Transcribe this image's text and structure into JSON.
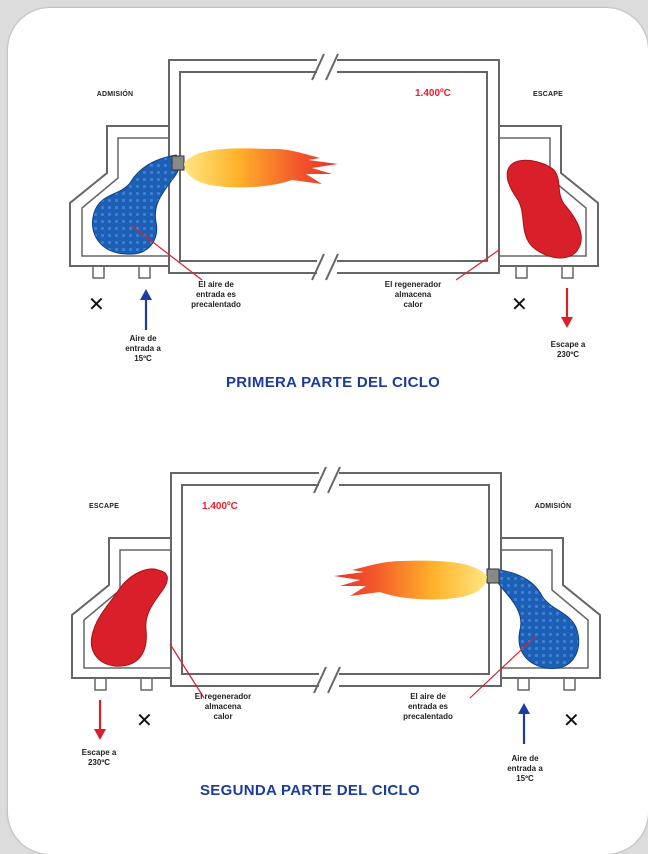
{
  "colors": {
    "flame_outer": "#e8322a",
    "flame_inner": "#ffd34a",
    "intake_blue": "#1d5fb4",
    "exhaust_red": "#d9202a",
    "temperature_red": "#e8202a",
    "title_blue": "#1b3c9c"
  },
  "cycle1": {
    "label_left": "ADMISIÓN",
    "label_right": "ESCAPE",
    "temperature": "1.400ºC",
    "caption_intake": "El aire de\nentrada es\nprecalentado",
    "caption_regen": "El regenerador\nalmacena\ncalor",
    "air_in": "Aire de\nentrada a\n15ºC",
    "exhaust_out": "Escape a\n230ºC",
    "title": "PRIMERA PARTE DEL CICLO",
    "closed_valve_symbol": "✕"
  },
  "cycle2": {
    "label_left": "ESCAPE",
    "label_right": "ADMISIÓN",
    "temperature": "1.400ºC",
    "caption_regen": "El regenerador\nalmacena\ncalor",
    "caption_intake": "El aire de\nentrada es\nprecalentado",
    "exhaust_out": "Escape a\n230ºC",
    "air_in": "Aire de\nentrada a\n15ºC",
    "title": "SEGUNDA PARTE DEL CICLO",
    "closed_valve_symbol": "✕"
  }
}
